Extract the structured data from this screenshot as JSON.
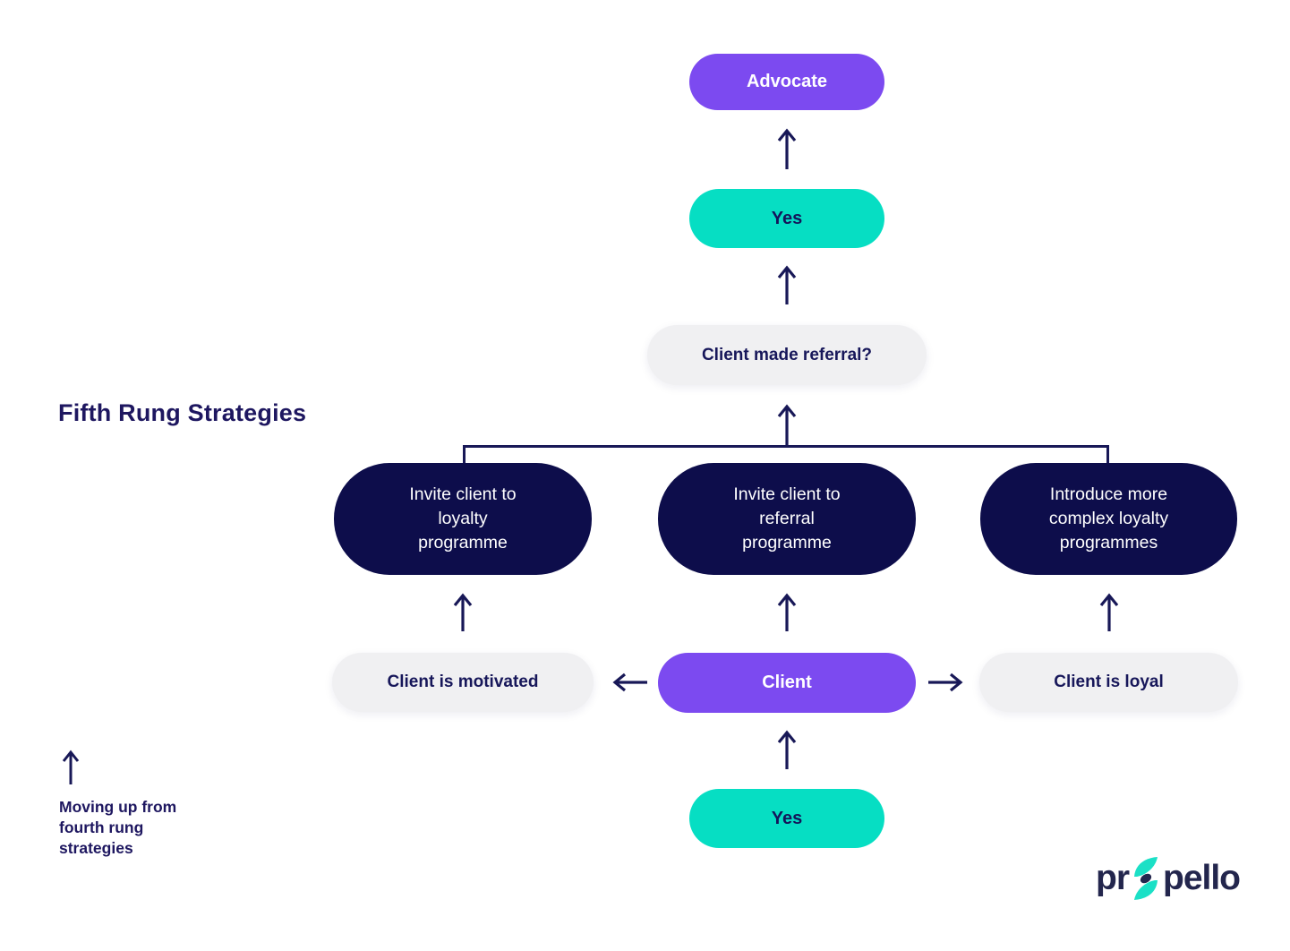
{
  "title": "Fifth Rung Strategies",
  "flow": {
    "advocate": "Advocate",
    "yes_top": "Yes",
    "referral_question": "Client made referral?",
    "strategies": [
      {
        "lines": [
          "Invite client to",
          "loyalty",
          "programme"
        ]
      },
      {
        "lines": [
          "Invite client to",
          "referral",
          "programme"
        ]
      },
      {
        "lines": [
          "Introduce more",
          "complex loyalty",
          "programmes"
        ]
      }
    ],
    "client_motivated": "Client is motivated",
    "client": "Client",
    "client_loyal": "Client is loyal",
    "yes_bottom": "Yes"
  },
  "annotation": {
    "lines": [
      "Moving up from",
      "fourth rung",
      "strategies"
    ]
  },
  "logo": {
    "pre": "pr",
    "post": "pello"
  },
  "colors": {
    "purple": "#7C4AF0",
    "teal": "#06DEC3",
    "navy_pill": "#0D0D4B",
    "ink": "#181857",
    "gray_pill": "#F0F0F2",
    "logo_teal": "#1BE0C6"
  }
}
